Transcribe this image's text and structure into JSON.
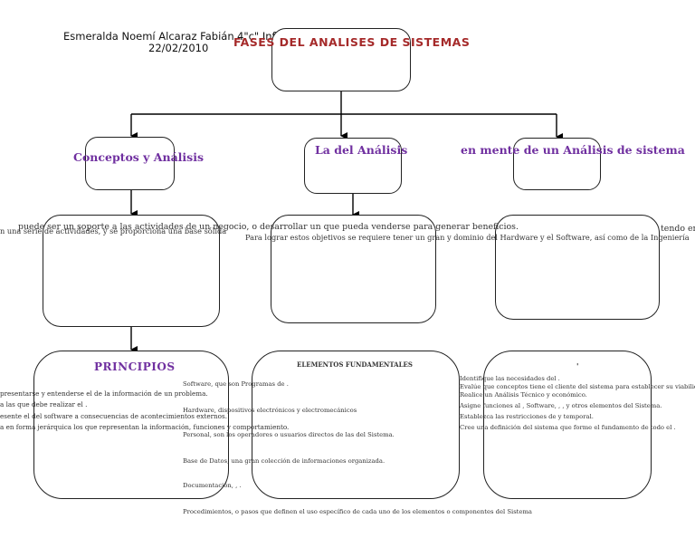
{
  "header": {
    "author": "Esmeralda Noemí Alcaraz Fabián",
    "group": "4\"c\" Inf",
    "date": "22/02/2010"
  },
  "title": "FASES DEL ANALISES DE SISTEMAS",
  "branches": [
    {
      "label": "Conceptos y Análisis"
    },
    {
      "label": "La del Análisis"
    },
    {
      "label": "en mente de un Análisis de sistema"
    }
  ],
  "overflow_texts": [
    "n una serie de actividades, y se proporciona una base sólida",
    "puede ser un soporte a las actividades de un negocio, o desarrollar un  que pueda venderse para generar beneficios.",
    "Para lograr estos objetivos se requiere tener un gran y dominio del Hardware y el Software, así como de la Ingeniería",
    "tendo en"
  ],
  "principios": {
    "title": "PRINCIPIOS",
    "items": [
      "presentarse y entenderse el  de la información de un problema.",
      "a las  que debe realizar el .",
      "esente el  del software a consecuencias de acontecimientos externos.",
      "a en forma jerárquica los  que representan la información, funciones y comportamiento."
    ]
  },
  "elementos": {
    "title": "ELEMENTOS FUNDAMENTALES",
    "items": [
      "Software, que son Programas de .",
      "Hardware, dispositivos electrónicos y electromecánicos",
      "Personal, son los operadores o usuarios directos de las  del Sistema.",
      "Base de Datos, una gran colección de informaciones organizada.",
      "Documentación, , .",
      "Procedimientos, o pasos que definen el uso específico de cada uno de los elementos o componentes del Sistema"
    ]
  },
  "objetivos": {
    "title": "'",
    "items": [
      "Identifique las necesidades del .",
      "Evalúe que conceptos tiene el cliente del sistema para establecer su viabilidad.",
      "Realice un Análisis Técnico y económico.",
      "Asigne funciones al , Software, , , y otros elementos del Sistema.",
      "Establezca las restricciones de  y  temporal.",
      "Cree una definición del sistema que forme el fundamento de todo  el ."
    ]
  }
}
